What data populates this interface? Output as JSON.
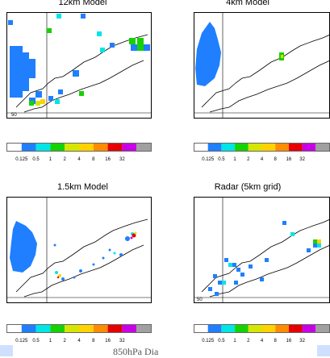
{
  "panels": [
    {
      "title": "12km Model"
    },
    {
      "title": "4km Model"
    },
    {
      "title": "1.5km Model"
    },
    {
      "title": "Radar (5km grid)"
    }
  ],
  "axis_label": "50",
  "colorbar": {
    "colors": [
      "#ffffff",
      "#1f7fff",
      "#00e5e5",
      "#15d200",
      "#d6e600",
      "#ffd200",
      "#ff8c00",
      "#e60000",
      "#c800e6",
      "#a0a0a0"
    ],
    "labels": [
      "0.125",
      "0.5",
      "1",
      "2",
      "4",
      "8",
      "16",
      "32"
    ]
  },
  "footer_text": "850hPa Dia"
}
